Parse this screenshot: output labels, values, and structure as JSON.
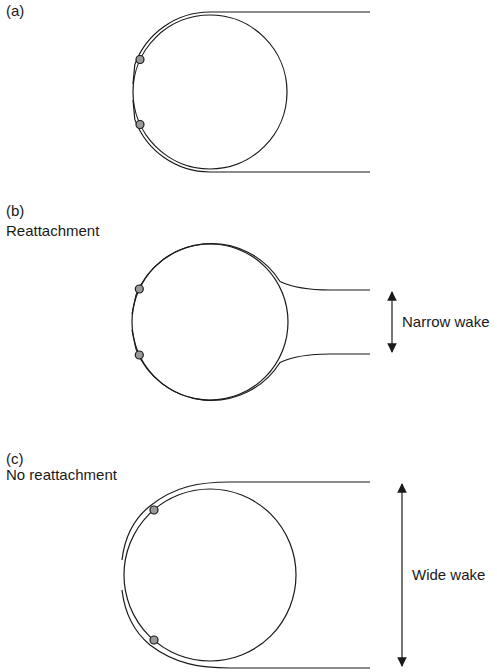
{
  "diagram": {
    "labels": [
      "(a)",
      "(b)",
      "Reattachment",
      "Narrow wake",
      "(c)",
      "No reattachment",
      "Wide wake"
    ]
  }
}
